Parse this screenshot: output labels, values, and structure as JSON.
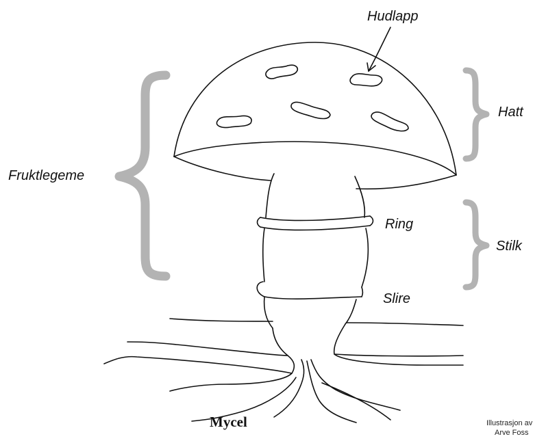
{
  "labels": {
    "hudlapp": "Hudlapp",
    "hatt": "Hatt",
    "fruktlegeme": "Fruktlegeme",
    "ring": "Ring",
    "stilk": "Stilk",
    "slire": "Slire",
    "mycel": "Mycel"
  },
  "credit": {
    "line1": "Illustrasjon av",
    "line2": "Arve Foss"
  },
  "colors": {
    "ink": "#111111",
    "brace": "#b3b3b3",
    "background": "#ffffff"
  }
}
